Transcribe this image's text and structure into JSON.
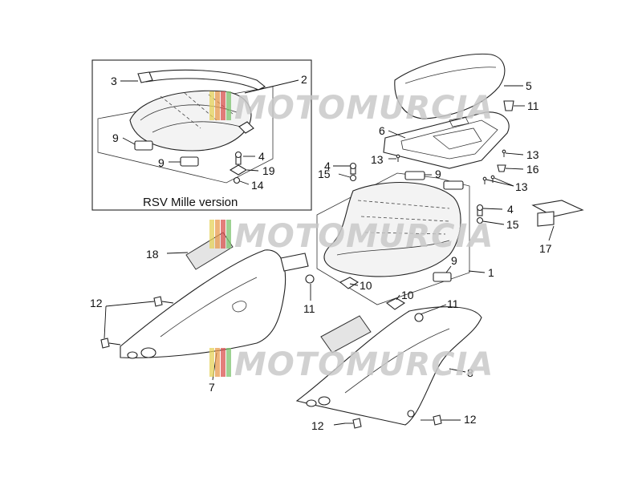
{
  "inset": {
    "caption": "RSV Mille version"
  },
  "callouts": [
    "3",
    "2",
    "9",
    "9",
    "4",
    "19",
    "14",
    "5",
    "11",
    "6",
    "13",
    "13",
    "16",
    "13",
    "4",
    "15",
    "9",
    "4",
    "15",
    "17",
    "18",
    "1",
    "9",
    "10",
    "10",
    "11",
    "11",
    "12",
    "7",
    "8",
    "12",
    "12"
  ],
  "watermark": {
    "text": "MOTOMURCIA",
    "colors": [
      "#e6d25a",
      "#e89a4c",
      "#d9534f",
      "#7cc36e"
    ]
  }
}
